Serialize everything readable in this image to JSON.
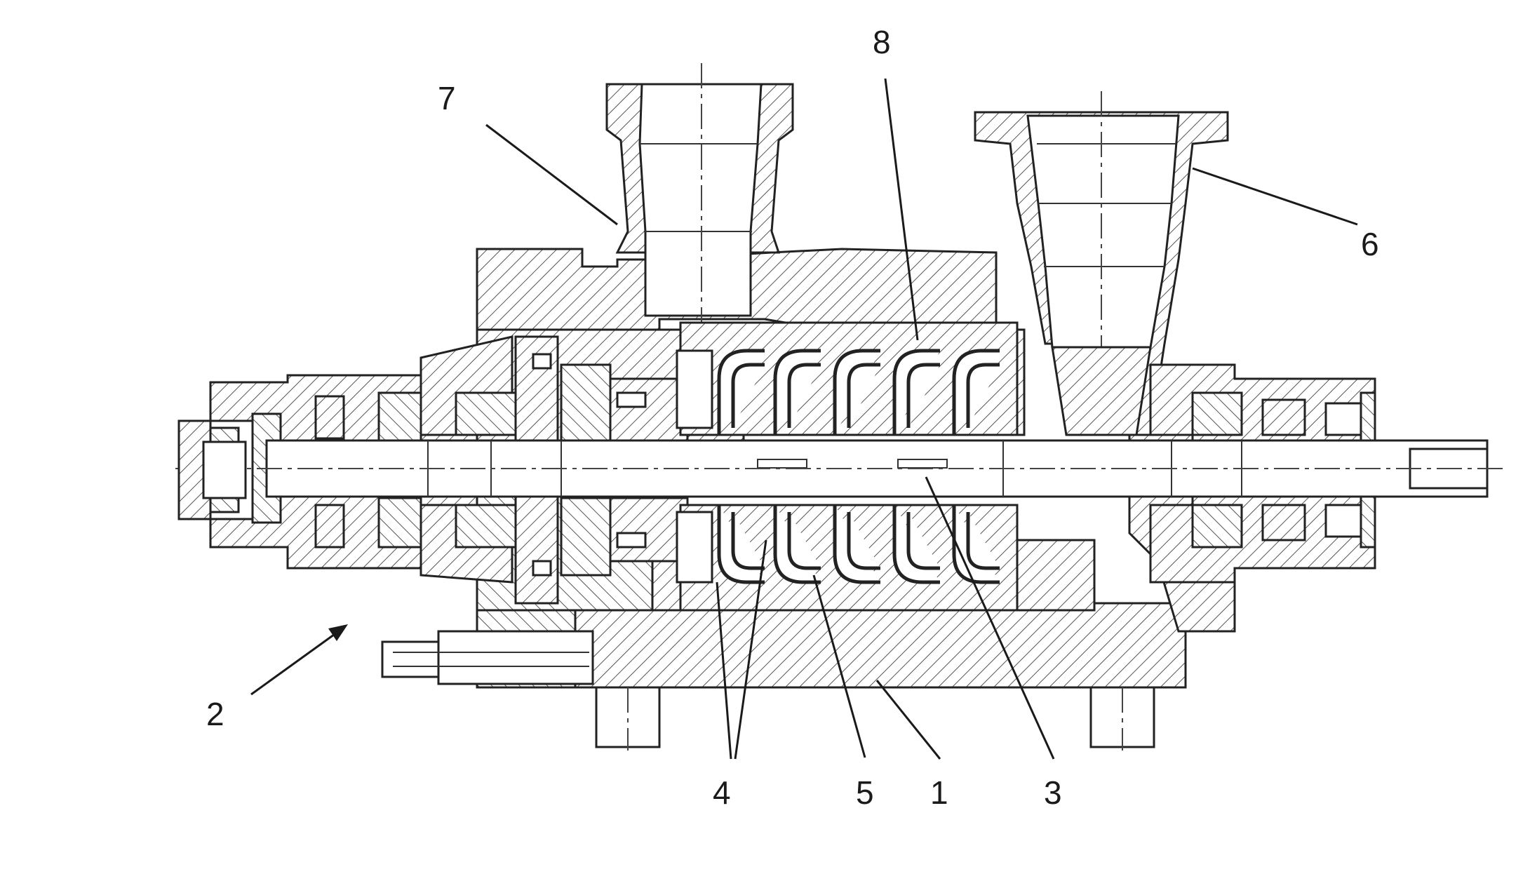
{
  "labels": {
    "housing": "1",
    "pump": "2",
    "shaft": "3",
    "impellers": "4",
    "stage": "5",
    "discharge_nozzle": "6",
    "suction_nozzle": "7",
    "diffuser": "8"
  }
}
